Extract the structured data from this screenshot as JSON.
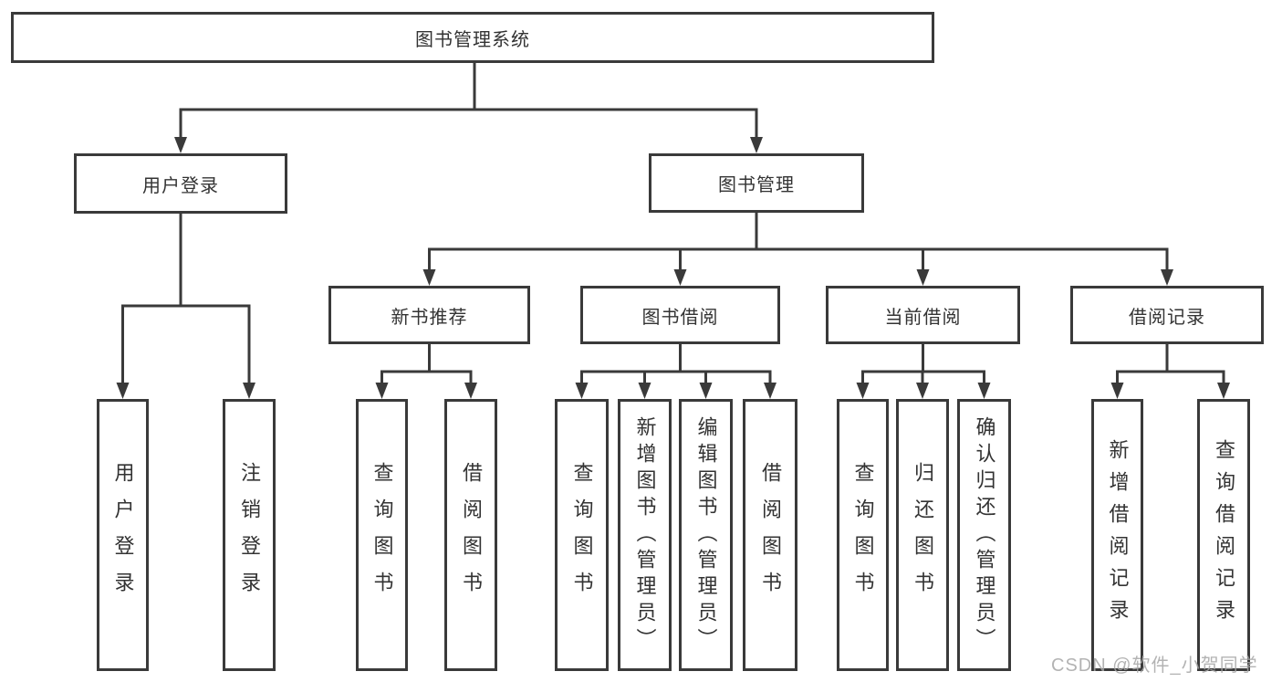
{
  "diagram": {
    "type": "hierarchy-tree",
    "orientation": "top-down"
  },
  "tree": {
    "label": "图书管理系统",
    "children": [
      {
        "label": "用户登录",
        "children": [
          {
            "label": "用户登录"
          },
          {
            "label": "注销登录"
          }
        ]
      },
      {
        "label": "图书管理",
        "children": [
          {
            "label": "新书推荐",
            "children": [
              {
                "label": "查询图书"
              },
              {
                "label": "借阅图书"
              }
            ]
          },
          {
            "label": "图书借阅",
            "children": [
              {
                "label": "查询图书"
              },
              {
                "label": "新增图书（管理员）"
              },
              {
                "label": "编辑图书（管理员）"
              },
              {
                "label": "借阅图书"
              }
            ]
          },
          {
            "label": "当前借阅",
            "children": [
              {
                "label": "查询图书"
              },
              {
                "label": "归还图书"
              },
              {
                "label": "确认归还（管理员）"
              }
            ]
          },
          {
            "label": "借阅记录",
            "children": [
              {
                "label": "新增借阅记录"
              },
              {
                "label": "查询借阅记录"
              }
            ]
          }
        ]
      }
    ]
  },
  "watermark": {
    "text": "CSDN @软件_小贺同学"
  },
  "colors": {
    "line": "#3a3a3a",
    "text": "#333333",
    "watermark": "#a6a6a6",
    "background": "#ffffff"
  }
}
